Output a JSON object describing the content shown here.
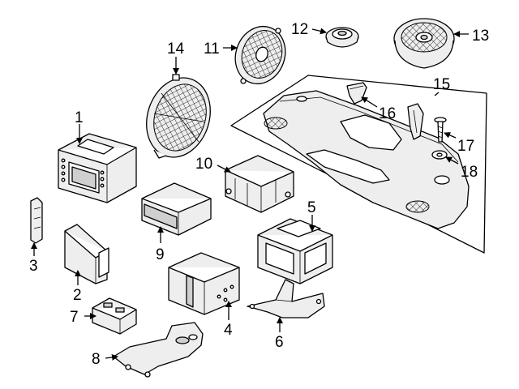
{
  "colors": {
    "line": "#000000",
    "background": "#ffffff",
    "shade": "#cfcfcf"
  },
  "callouts": [
    {
      "id": "1",
      "label": "1"
    },
    {
      "id": "2",
      "label": "2"
    },
    {
      "id": "3",
      "label": "3"
    },
    {
      "id": "4",
      "label": "4"
    },
    {
      "id": "5",
      "label": "5"
    },
    {
      "id": "6",
      "label": "6"
    },
    {
      "id": "7",
      "label": "7"
    },
    {
      "id": "8",
      "label": "8"
    },
    {
      "id": "9",
      "label": "9"
    },
    {
      "id": "10",
      "label": "10"
    },
    {
      "id": "11",
      "label": "11"
    },
    {
      "id": "12",
      "label": "12"
    },
    {
      "id": "13",
      "label": "13"
    },
    {
      "id": "14",
      "label": "14"
    },
    {
      "id": "15",
      "label": "15"
    },
    {
      "id": "16",
      "label": "16"
    },
    {
      "id": "17",
      "label": "17"
    },
    {
      "id": "18",
      "label": "18"
    }
  ]
}
